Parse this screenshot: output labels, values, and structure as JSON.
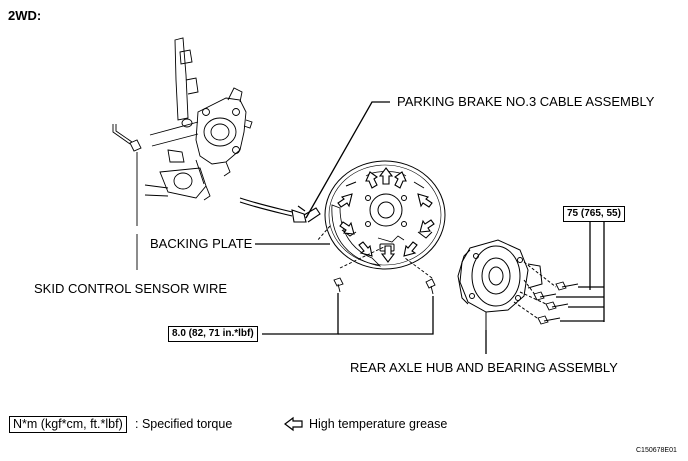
{
  "title": "2WD:",
  "labels": {
    "parking_brake_cable": "PARKING BRAKE NO.3 CABLE ASSEMBLY",
    "backing_plate": "BACKING PLATE",
    "skid_control_wire": "SKID CONTROL SENSOR WIRE",
    "rear_axle_hub": "REAR AXLE HUB AND BEARING ASSEMBLY"
  },
  "torques": {
    "hub_bolts": "75 (765, 55)",
    "plate_bolts": "8.0 (82, 71 in.*lbf)"
  },
  "legend": {
    "torque_unit": "N*m (kgf*cm, ft.*lbf)",
    "torque_desc": ": Specified torque",
    "grease_desc": "High temperature grease",
    "grease_icon": "hollow-arrow-icon"
  },
  "figure_code": "C150678E01"
}
